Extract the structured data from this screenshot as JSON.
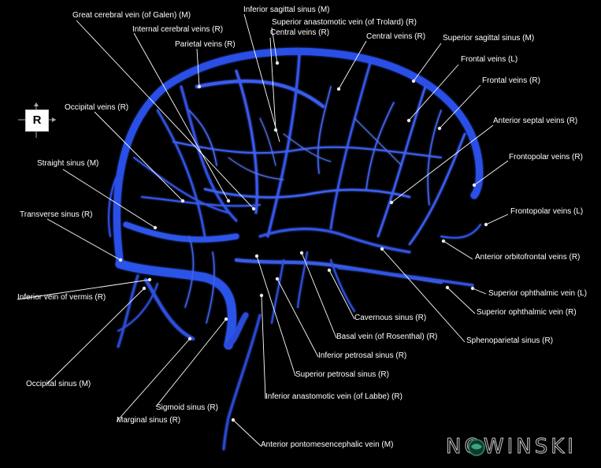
{
  "orientation": {
    "letter": "R",
    "icon": "orientation-cube-icon"
  },
  "branding": {
    "text": "NOWINSKI",
    "logo": "brain-globe-logo"
  },
  "colors": {
    "background": "#000000",
    "vessels": "#2a4fe0",
    "leader": "#ffffff"
  },
  "labels": [
    {
      "id": "great-cerebral-vein",
      "text": "Great cerebral vein (of Galen) (M)"
    },
    {
      "id": "inferior-sagittal-sinus",
      "text": "Inferior sagittal sinus (M)"
    },
    {
      "id": "superior-anastomotic-vein",
      "text": "Superior anastomotic vein (of Trolard) (R)"
    },
    {
      "id": "internal-cerebral-veins",
      "text": "Internal cerebral veins (R)"
    },
    {
      "id": "central-veins-r-1",
      "text": "Central veins (R)"
    },
    {
      "id": "central-veins-r-2",
      "text": "Central veins (R)"
    },
    {
      "id": "superior-sagittal-sinus",
      "text": "Superior sagittal sinus (M)"
    },
    {
      "id": "parietal-veins",
      "text": "Parietal veins (R)"
    },
    {
      "id": "frontal-veins-l",
      "text": "Frontal veins (L)"
    },
    {
      "id": "frontal-veins-r",
      "text": "Frontal veins (R)"
    },
    {
      "id": "occipital-veins",
      "text": "Occipital veins (R)"
    },
    {
      "id": "anterior-septal-veins",
      "text": "Anterior septal veins (R)"
    },
    {
      "id": "frontopolar-veins-r",
      "text": "Frontopolar veins (R)"
    },
    {
      "id": "straight-sinus",
      "text": "Straight sinus (M)"
    },
    {
      "id": "frontopolar-veins-l",
      "text": "Frontopolar veins (L)"
    },
    {
      "id": "transverse-sinus",
      "text": "Transverse sinus (R)"
    },
    {
      "id": "anterior-orbitofrontal-veins",
      "text": "Anterior orbitofrontal veins (R)"
    },
    {
      "id": "inferior-vein-of-vermis",
      "text": "Inferior vein of vermis (R)"
    },
    {
      "id": "superior-ophthalmic-vein-l",
      "text": "Superior ophthalmic vein (L)"
    },
    {
      "id": "superior-ophthalmic-vein-r",
      "text": "Superior ophthalmic vein (R)"
    },
    {
      "id": "cavernous-sinus",
      "text": "Cavernous sinus (R)"
    },
    {
      "id": "basal-vein",
      "text": "Basal vein (of Rosenthal) (R)"
    },
    {
      "id": "sphenoparietal-sinus",
      "text": "Sphenoparietal sinus (R)"
    },
    {
      "id": "inferior-petrosal-sinus",
      "text": "Inferior petrosal sinus (R)"
    },
    {
      "id": "superior-petrosal-sinus",
      "text": "Superior petrosal sinus (R)"
    },
    {
      "id": "occipital-sinus",
      "text": "Occipital sinus (M)"
    },
    {
      "id": "inferior-anastomotic-vein",
      "text": "Inferior anastomotic vein (of Labbe) (R)"
    },
    {
      "id": "sigmoid-sinus",
      "text": "Sigmoid sinus (R)"
    },
    {
      "id": "marginal-sinus",
      "text": "Marginal sinus (R)"
    },
    {
      "id": "anterior-pontomesencephalic-vein",
      "text": "Anterior pontomesencephalic vein (M)"
    }
  ]
}
